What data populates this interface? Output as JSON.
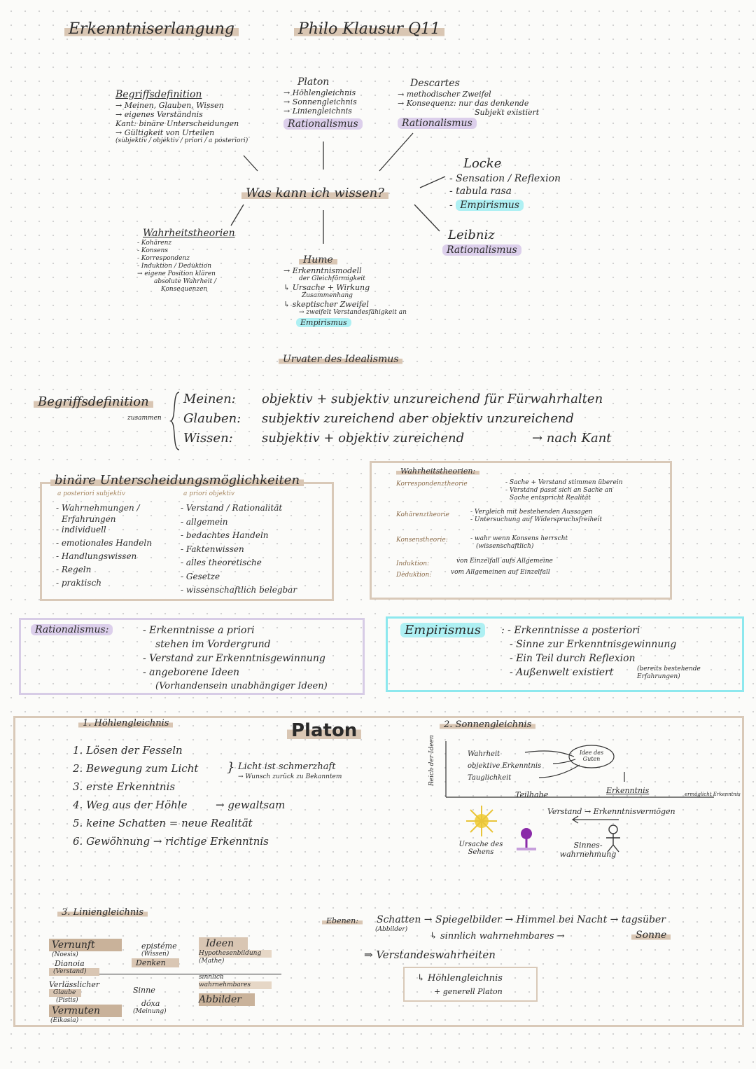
{
  "header": {
    "topic": "Erkenntniserlangung",
    "title": "Philo Klausur Q11"
  },
  "mindmap": {
    "center": "Was kann ich wissen?",
    "begriffsdefinition": {
      "title": "Begriffsdefinition",
      "lines": [
        "→ Meinen, Glauben, Wissen",
        "→ eigenes Verständnis",
        "Kant: binäre Unterscheidungen",
        "→ Gültigkeit von Urteilen",
        "(subjektiv / objektiv / priori / a posteriori)"
      ]
    },
    "platon": {
      "title": "Platon",
      "lines": [
        "→ Höhlengleichnis",
        "→ Sonnengleichnis",
        "→ Liniengleichnis"
      ],
      "tag": "Rationalismus"
    },
    "descartes": {
      "title": "Descartes",
      "lines": [
        "→ methodischer Zweifel",
        "→ Konsequenz: nur das denkende",
        "Subjekt existiert"
      ],
      "tag": "Rationalismus"
    },
    "locke": {
      "title": "Locke",
      "lines": [
        "- Sensation / Reflexion",
        "- tabula rasa"
      ],
      "tag": "Empirismus"
    },
    "leibniz": {
      "title": "Leibniz",
      "tag": "Rationalismus"
    },
    "wahrheitstheorien": {
      "title": "Wahrheitstheorien",
      "lines": [
        "- Kohärenz",
        "- Konsens",
        "- Korrespondenz",
        "- Induktion / Deduktion",
        "→ eigene Position klären",
        "absolute Wahrheit /",
        "Konsequenzen"
      ]
    },
    "hume": {
      "title": "Hume",
      "lines": [
        "→ Erkenntnismodell",
        "der Gleichförmigkeit",
        "↳ Ursache + Wirkung",
        "Zusammenhang",
        "↳ skeptischer Zweifel",
        "→ zweifelt Verstandesfähigkeit an"
      ],
      "tag": "Empirismus",
      "footer": "Urvater des Idealismus"
    }
  },
  "definitions": {
    "title": "Begriffsdefinition",
    "note": "zusammen",
    "rows": [
      {
        "term": "Meinen:",
        "def": "objektiv + subjektiv unzureichend für Fürwahrhalten"
      },
      {
        "term": "Glauben:",
        "def": "subjektiv zureichend aber objektiv unzureichend"
      },
      {
        "term": "Wissen:",
        "def": "subjektiv + objektiv zureichend"
      }
    ],
    "source": "→ nach Kant"
  },
  "binaer": {
    "title": "binäre Unterscheidungsmöglichkeiten",
    "left_head": "a posteriori  subjektiv",
    "right_head": "a priori  objektiv",
    "left": [
      "- Wahrnehmungen /",
      "Erfahrungen",
      "- individuell",
      "- emotionales Handeln",
      "- Handlungswissen",
      "- Regeln",
      "- praktisch"
    ],
    "right": [
      "- Verstand / Rationalität",
      "- allgemein",
      "- bedachtes Handeln",
      "- Faktenwissen",
      "- alles theoretische",
      "- Gesetze",
      "- wissenschaftlich belegbar"
    ]
  },
  "wahrheit_box": {
    "title": "Wahrheitstheorien:",
    "rows": [
      {
        "label": "Korrespondenztheorie",
        "lines": [
          "- Sache + Verstand stimmen überein",
          "- Verstand passt sich an Sache an",
          "Sache entspricht Realität"
        ]
      },
      {
        "label": "Kohärenztheorie",
        "lines": [
          "- Vergleich mit bestehenden Aussagen",
          "- Untersuchung auf Widerspruchsfreiheit"
        ]
      },
      {
        "label": "Konsenstheorie:",
        "lines": [
          "- wahr wenn Konsens herrscht",
          "(wissenschaftlich)"
        ]
      },
      {
        "label": "Induktion:",
        "lines": [
          "von Einzelfall aufs Allgemeine"
        ]
      },
      {
        "label": "Deduktion:",
        "lines": [
          "vom Allgemeinen auf Einzelfall"
        ]
      }
    ]
  },
  "rationalismus": {
    "title": "Rationalismus:",
    "lines": [
      "- Erkenntnisse a priori",
      "stehen im Vordergrund",
      "- Verstand zur Erkenntnisgewinnung",
      "- angeborene Ideen",
      "(Vorhandensein unabhängiger Ideen)"
    ]
  },
  "empirismus": {
    "title": "Empirismus",
    "lines": [
      ": - Erkenntnisse a posteriori",
      "- Sinne zur Erkenntnisgewinnung",
      "- Ein Teil durch Reflexion",
      "- Außenwelt existiert"
    ],
    "note": "(bereits bestehende Erfahrungen)"
  },
  "platon_box": {
    "title": "Platon",
    "hoehle": {
      "title": "1. Höhlengleichnis",
      "steps": [
        "1. Lösen der Fesseln",
        "2. Bewegung zum Licht",
        "3. erste Erkenntnis",
        "4. Weg aus der Höhle",
        "5. keine Schatten = neue Realität",
        "6. Gewöhnung → richtige Erkenntnis"
      ],
      "note1": "Licht ist schmerzhaft",
      "note2": "→ Wunsch zurück zu Bekanntem",
      "note3": "→ gewaltsam"
    },
    "sonne": {
      "title": "2. Sonnengleichnis",
      "axis": "Reich der Ideen",
      "items": [
        "Wahrheit",
        "objektive Erkenntnis",
        "Tauglichkeit"
      ],
      "idee": "Idee des Guten",
      "teilhabe": "Teilhabe",
      "erkenntnis": "Erkenntnis",
      "ermoeglicht": "ermöglicht Erkenntnis",
      "verstand": "Verstand → Erkenntnisvermögen",
      "ursache": "Ursache des Sehens",
      "sinne": "Sinnes-wahrnehmung"
    },
    "linie": {
      "title": "3. Liniengleichnis",
      "col1": [
        "Vernunft",
        "(Noesis)",
        "Dianoia",
        "(Verstand)",
        "Verlässlicher",
        "Glaube",
        "(Pistis)",
        "Vermuten",
        "(Eikasia)"
      ],
      "col2": [
        "epistéme",
        "(Wissen)",
        "Denken",
        "Sinne",
        "dóxa",
        "(Meinung)"
      ],
      "col3": [
        "Ideen",
        "Hypothesenbildung",
        "(Mathe)",
        "sinnlich",
        "wahrnehmbares",
        "Abbilder"
      ]
    },
    "ebenen": {
      "label": "Ebenen:",
      "line1": "Schatten → Spiegelbilder → Himmel bei Nacht → tagsüber",
      "abbilder": "(Abbilder)",
      "line2": "↳ sinnlich wahrnehmbares →",
      "sonne": "Sonne",
      "line3": "⇒ Verstandeswahrheiten",
      "box1": "↳ Höhlengleichnis",
      "box2": "+ generell Platon"
    }
  }
}
